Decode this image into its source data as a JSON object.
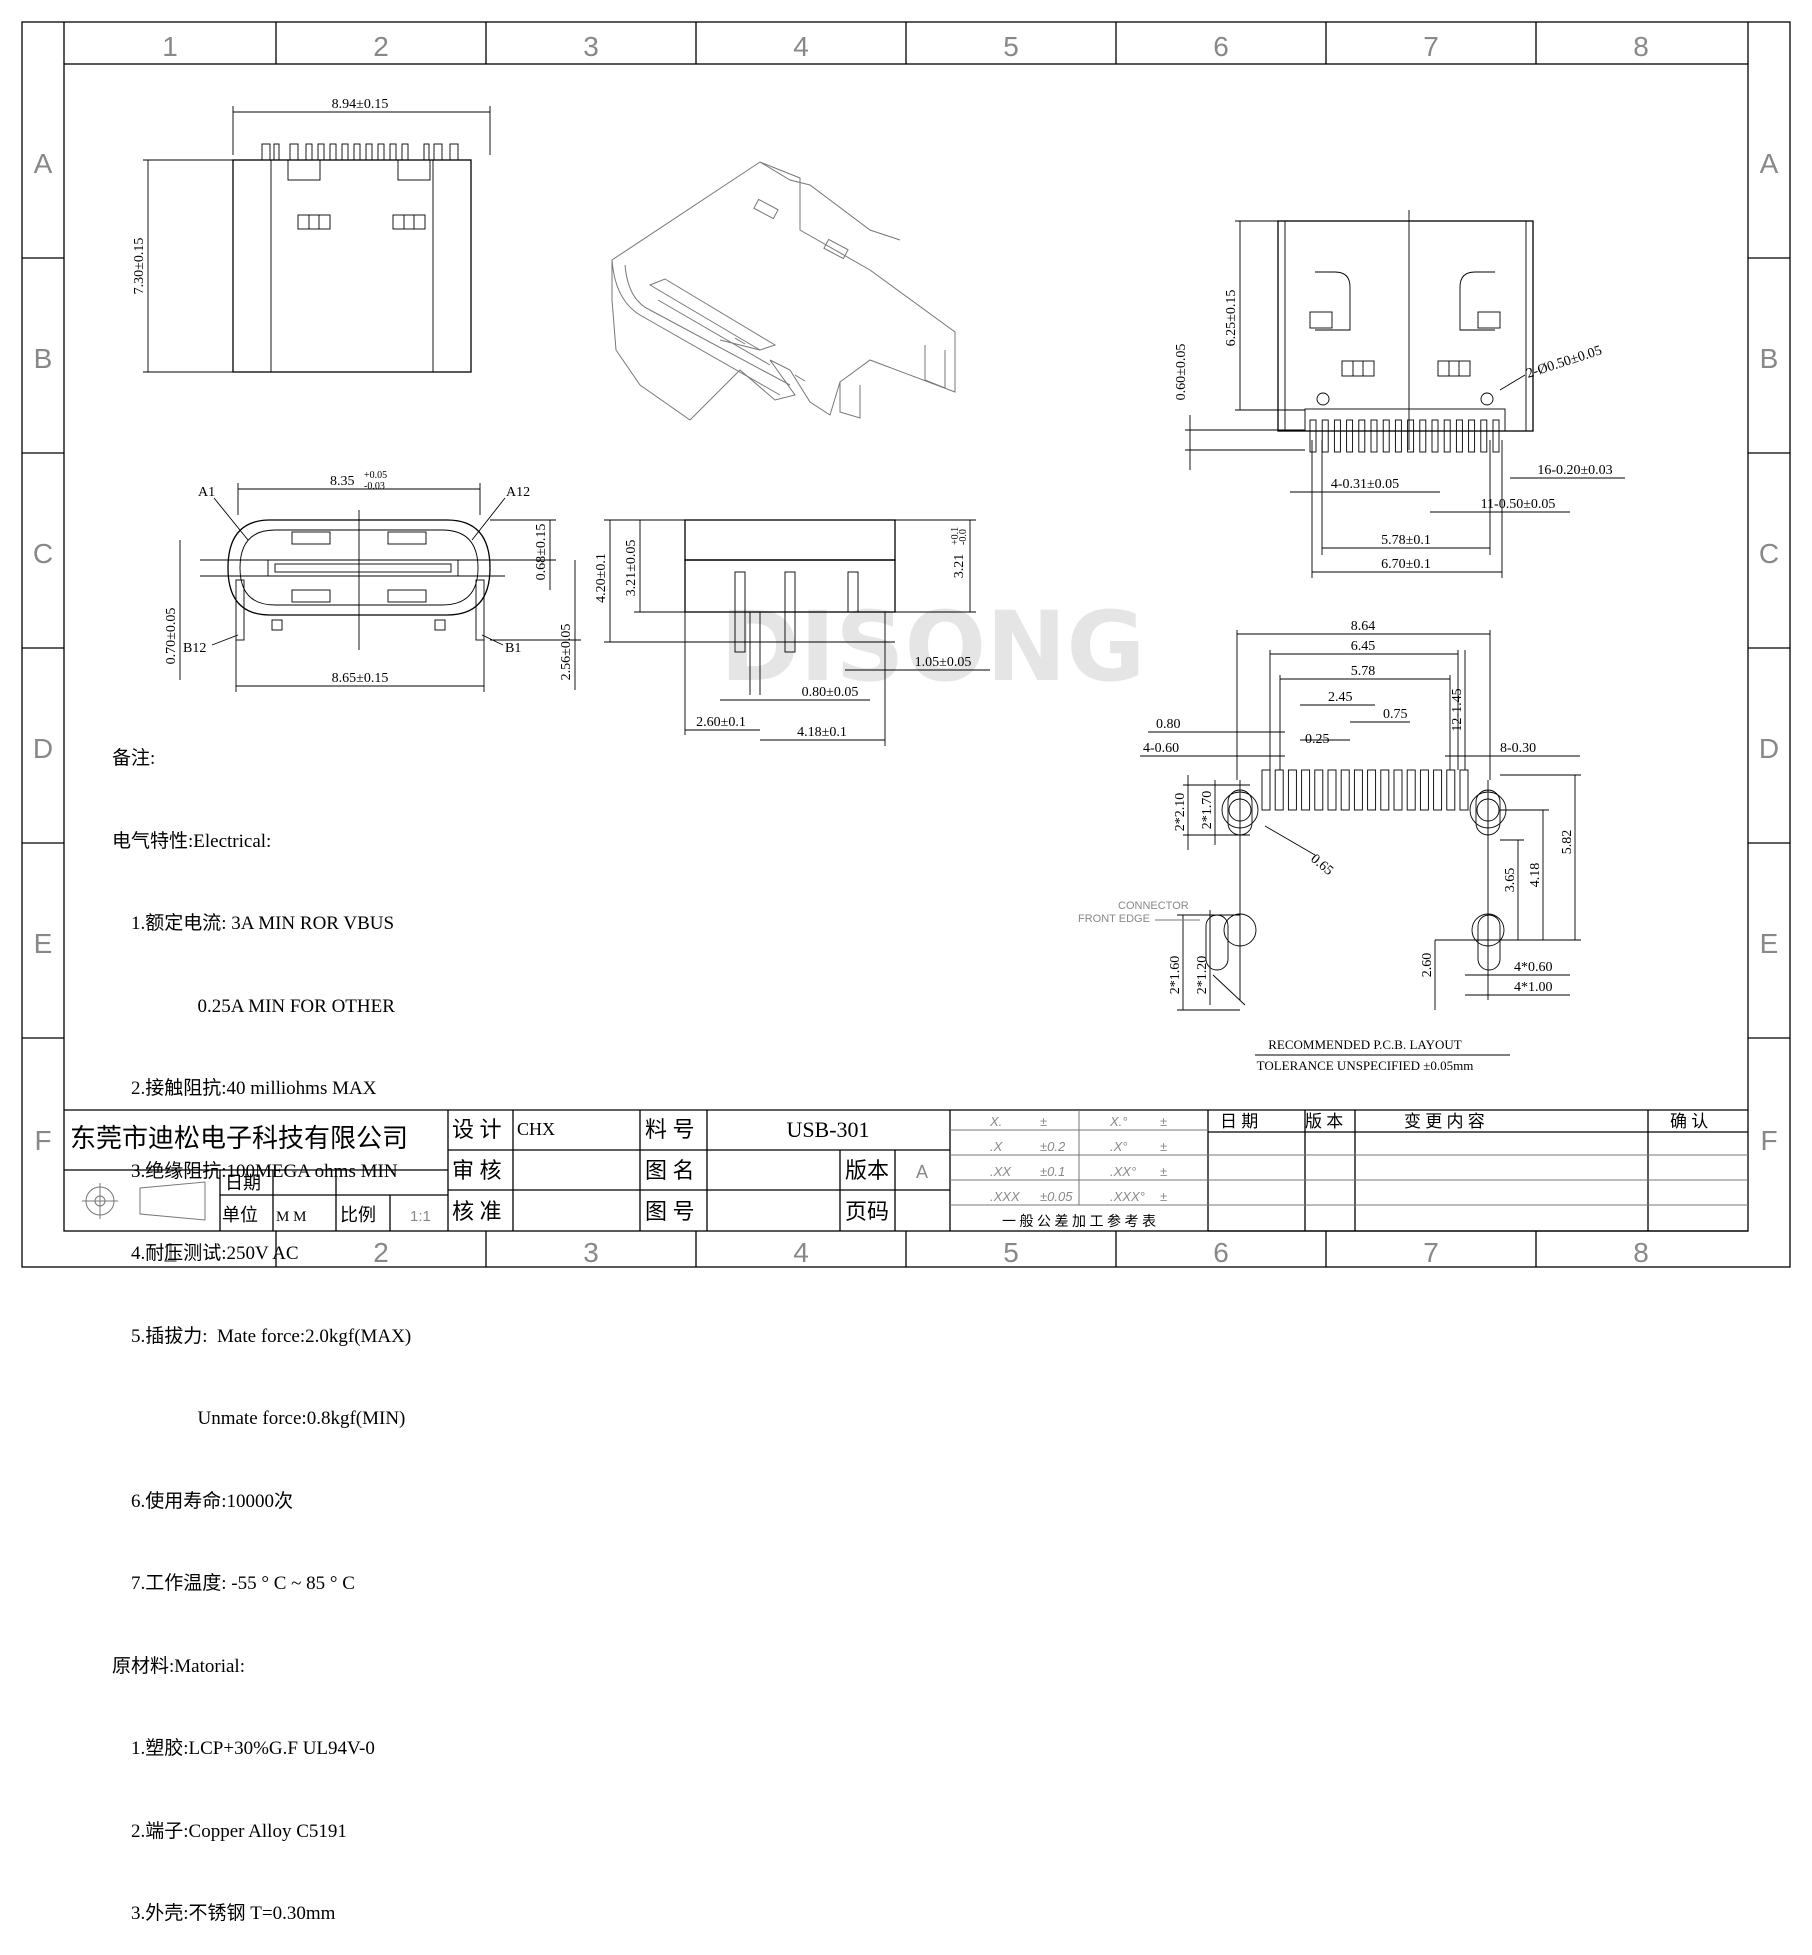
{
  "frame": {
    "col_labels": [
      "1",
      "2",
      "3",
      "4",
      "5",
      "6",
      "7",
      "8"
    ],
    "row_labels": [
      "A",
      "B",
      "C",
      "D",
      "E",
      "F"
    ]
  },
  "watermark": "DISONG",
  "dims": {
    "top_width": "8.94±0.15",
    "top_height": "7.30±0.15",
    "front_width_base": "8.35",
    "front_width_plus": "+0.05",
    "front_width_minus": "-0.03",
    "a1": "A1",
    "a12": "A12",
    "b12": "B12",
    "b1": "B1",
    "front_068": "0.68±0.15",
    "front_070": "0.70±0.05",
    "front_256": "2.56±0.05",
    "front_bottom": "8.65±0.15",
    "side_420": "4.20±0.1",
    "side_321": "3.21±0.05",
    "side_321r_base": "3.21",
    "side_321r_plus": "+0.1",
    "side_321r_minus": "-0.0",
    "side_105": "1.05±0.05",
    "side_080": "0.80±0.05",
    "side_260": "2.60±0.1",
    "side_418": "4.18±0.1",
    "rv_625": "6.25±0.15",
    "rv_060": "0.60±0.05",
    "rv_hole": "2-Ø0.50±0.05",
    "rv_16": "16-0.20±0.03",
    "rv_4": "4-0.31±0.05",
    "rv_11": "11-0.50±0.05",
    "rv_578": "5.78±0.1",
    "rv_670": "6.70±0.1"
  },
  "pcb": {
    "d864": "8.64",
    "d645": "6.45",
    "d578": "5.78",
    "d245": "2.45",
    "d075": "0.75",
    "d025": "0.25",
    "d080": "0.80",
    "d4_060": "4-0.60",
    "d8_030": "8-0.30",
    "d12_145": "12-1.45",
    "d2_210": "2*2.10",
    "d2_170": "2*1.70",
    "d065": "0.65",
    "d365": "3.65",
    "d418": "4.18",
    "d582": "5.82",
    "d260": "2.60",
    "d4_060b": "4*0.60",
    "d4_100": "4*1.00",
    "d2_160": "2*1.60",
    "d2_120": "2*1.20",
    "connector": "CONNECTOR",
    "front_edge": "FRONT EDGE",
    "title": "RECOMMENDED  P.C.B. LAYOUT",
    "tolerance": "TOLERANCE UNSPECIFIED ±0.05mm"
  },
  "notes": [
    "备注:",
    "电气特性:Electrical:",
    "    1.额定电流: 3A MIN ROR VBUS",
    "                  0.25A MIN FOR OTHER",
    "    2.接触阻抗:40 milliohms MAX",
    "    3.绝缘阻抗:100MEGA ohms MIN",
    "    4.耐压测试:250V AC",
    "    5.插拔力:  Mate force:2.0kgf(MAX)",
    "                  Unmate force:0.8kgf(MIN)",
    "    6.使用寿命:10000次",
    "    7.工作温度: -55 ° C ~ 85 ° C",
    "原材料:Matorial:",
    "    1.塑胶:LCP+30%G.F UL94V-0",
    "    2.端子:Copper Alloy C5191",
    "    3.外壳:不锈钢 T=0.30mm"
  ],
  "title_block": {
    "company": "东莞市迪松电子科技有限公司",
    "date_label": "日期",
    "unit_label": "单位",
    "unit_value": "M M",
    "scale_label": "比例",
    "scale_value": "1:1",
    "design_label": "设  计",
    "design_value": "CHX",
    "review_label": "审  核",
    "approve_label": "核  准",
    "part_label": "料  号",
    "part_value": "USB-301",
    "drawing_name_label": "图  名",
    "drawing_no_label": "图  号",
    "version_label": "版本",
    "version_value": "A",
    "page_label": "页码",
    "tol_rows": [
      [
        "X.",
        "±",
        "X.°",
        "±"
      ],
      [
        ".X",
        "±0.2",
        ".X°",
        "±"
      ],
      [
        ".XX",
        "±0.1",
        ".XX°",
        "±"
      ],
      [
        ".XXX",
        "±0.05",
        ".XXX°",
        "±"
      ]
    ],
    "tol_caption": "一 般 公 差 加 工 参 考 表",
    "rev_date": "日  期",
    "rev_version": "版 本",
    "rev_content": "变 更 内 容",
    "rev_confirm": "确  认"
  }
}
